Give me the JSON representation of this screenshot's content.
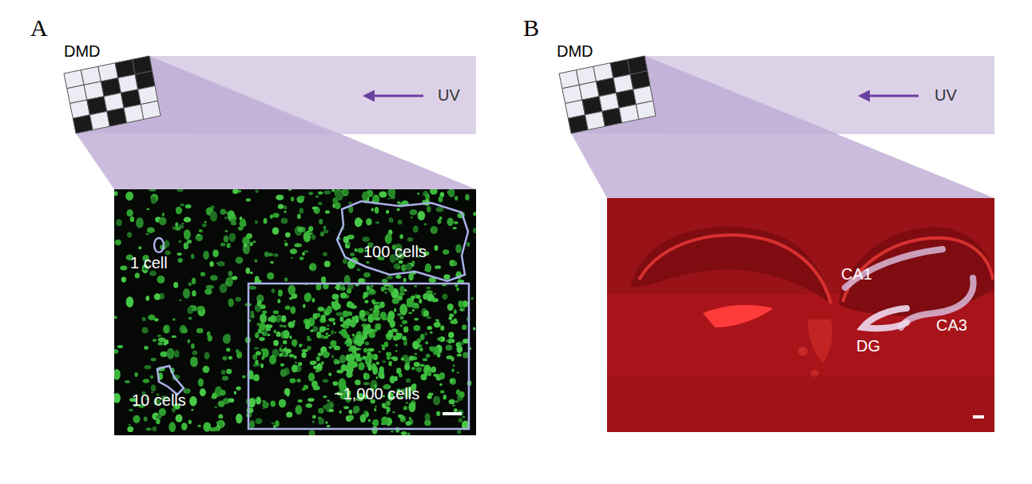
{
  "diagram": {
    "labels": [
      "A",
      "DMD",
      "UV",
      "1 cell",
      "100 cells",
      "10 cells",
      "~1,000 cells",
      "B",
      "DMD",
      "UV",
      "CA1",
      "CA3",
      "DG"
    ]
  }
}
